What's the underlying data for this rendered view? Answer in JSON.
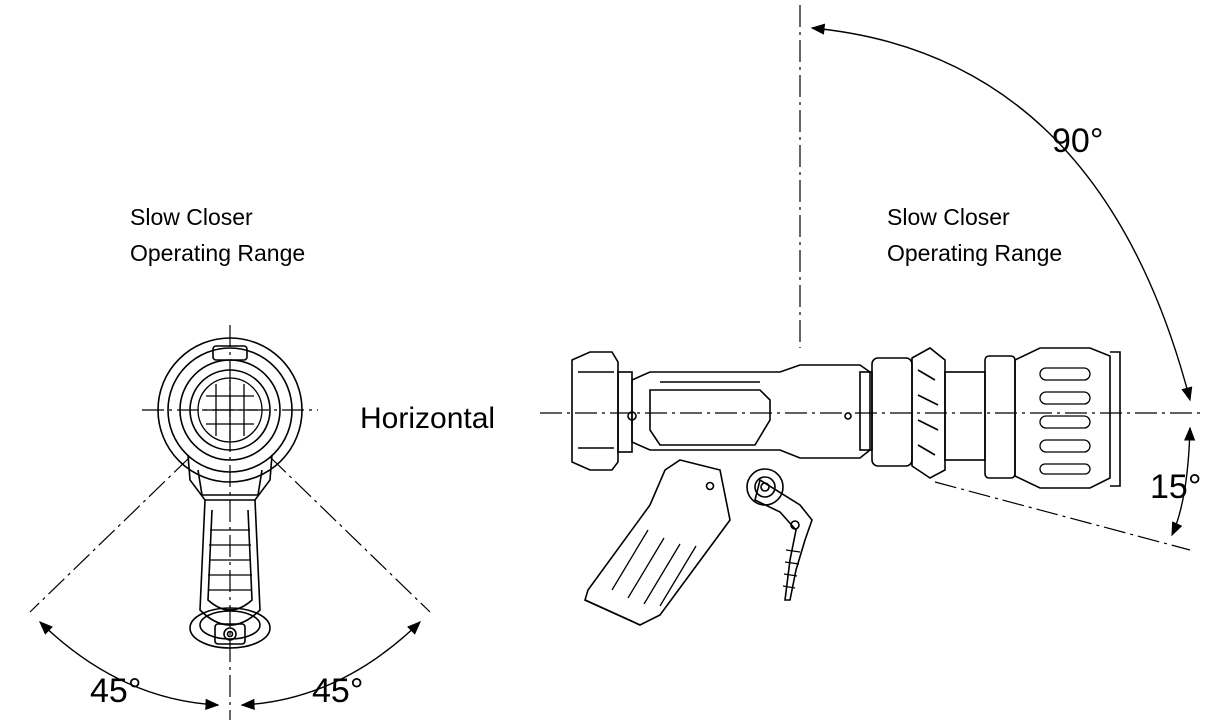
{
  "diagram": {
    "left_view": {
      "label_line1": "Slow Closer",
      "label_line2": "Operating Range",
      "angle_left": "45°",
      "angle_right": "45°"
    },
    "right_view": {
      "label_line1": "Slow Closer",
      "label_line2": "Operating Range",
      "horizontal_label": "Horizontal",
      "angle_up": "90°",
      "angle_down": "15°"
    },
    "colors": {
      "stroke": "#000000",
      "background": "#ffffff"
    }
  }
}
